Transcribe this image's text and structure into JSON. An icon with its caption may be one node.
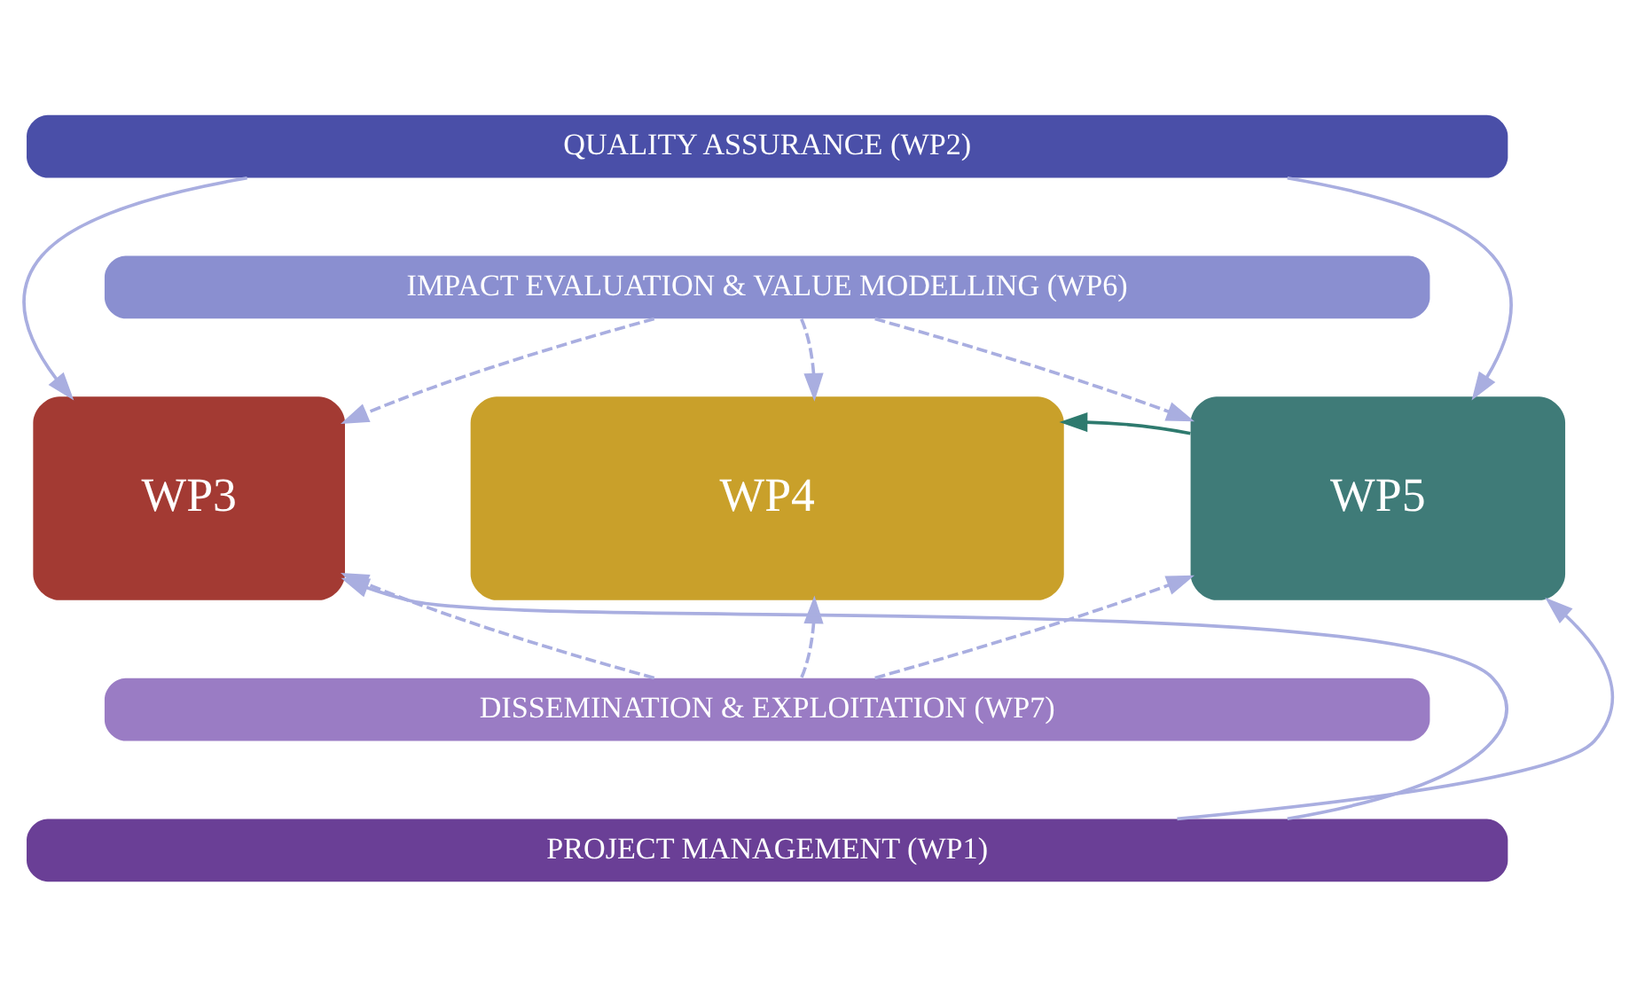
{
  "diagram": {
    "nodes": [
      {
        "text": [
          "QUALITY ASSURANCE (WP2)"
        ]
      },
      {
        "text": [
          "IMPACT EVALUATION & VALUE MODELLING (WP6)"
        ]
      },
      {
        "text": [
          "WP3"
        ]
      },
      {
        "text": [
          "WP4"
        ]
      },
      {
        "text": [
          "WP5"
        ]
      },
      {
        "text": [
          "DISSEMINATION & EXPLOITATION (WP7)"
        ]
      },
      {
        "text": [
          "PROJECT MANAGEMENT (WP1)"
        ]
      }
    ],
    "edges": [
      {
        "from": 0,
        "to": 2,
        "arrow": "to"
      },
      {
        "from": 6,
        "to": 2,
        "arrow": "to"
      },
      {
        "from": 0,
        "to": 4,
        "arrow": "to"
      },
      {
        "from": 6,
        "to": 4,
        "arrow": "to"
      },
      {
        "from": 1,
        "to": 2,
        "arrow": "to",
        "style": "dashed"
      },
      {
        "from": 1,
        "to": 3,
        "arrow": "to",
        "style": "dashed"
      },
      {
        "from": 1,
        "to": 4,
        "arrow": "to",
        "style": "dashed"
      },
      {
        "from": 5,
        "to": 2,
        "arrow": "to",
        "style": "dashed"
      },
      {
        "from": 5,
        "to": 3,
        "arrow": "to",
        "style": "dashed"
      },
      {
        "from": 5,
        "to": 4,
        "arrow": "to",
        "style": "dashed"
      },
      {
        "from": 4,
        "to": 3,
        "arrow": "to",
        "color": "#2e7a6e"
      }
    ]
  }
}
